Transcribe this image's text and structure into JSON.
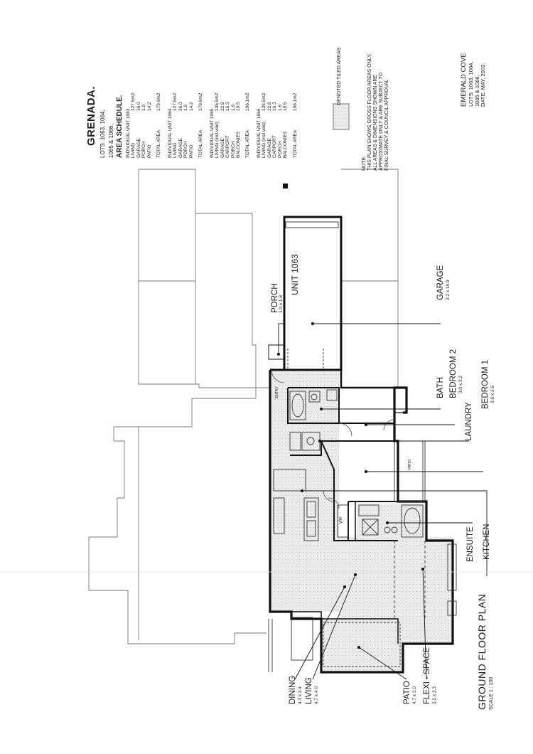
{
  "title_block": {
    "project": "GRENADA.",
    "lots_line1": "LOTS: 1063, 1064,",
    "lots_line2": "1065 & 1066.",
    "schedule_heading": "AREA SCHEDULE.",
    "units": [
      {
        "heading": "INDIVIDUAL UNIT 1063.",
        "rows": [
          [
            "LIVING",
            "127.5m2"
          ],
          [
            "GARAGE",
            "36.0"
          ],
          [
            "PORCH",
            "1.9"
          ],
          [
            "PATIO",
            "14.2"
          ]
        ],
        "total_label": "TOTAL AREA",
        "total": "179.6m2"
      },
      {
        "heading": "INDIVIDUAL UNIT 1064.",
        "rows": [
          [
            "LIVING",
            "127.5m2"
          ],
          [
            "GARAGE",
            "36.0"
          ],
          [
            "PORCH",
            "1.9"
          ],
          [
            "PATIO",
            "14.2"
          ]
        ],
        "total_label": "TOTAL AREA",
        "total": "179.6m2"
      },
      {
        "heading": "INDIVIDUAL UNIT 1065.",
        "rows": [
          [
            "LIVING (incl void)",
            "135.5m2"
          ],
          [
            "GARAGE",
            "22.8"
          ],
          [
            "CARPORT",
            "16.3"
          ],
          [
            "PORCH",
            "1.6"
          ],
          [
            "BALCONIES",
            "19.5"
          ]
        ],
        "total_label": "TOTAL AREA",
        "total": "196.1m2"
      },
      {
        "heading": "INDIVIDUAL UNIT 1066.",
        "rows": [
          [
            "LIVING (incl void)",
            "135.5m2"
          ],
          [
            "GARAGE",
            "22.8"
          ],
          [
            "CARPORT",
            "16.3"
          ],
          [
            "PORCH",
            "1.6"
          ],
          [
            "BALCONIES",
            "19.5"
          ]
        ],
        "total_label": "TOTAL AREA",
        "total": "196.1m2"
      }
    ],
    "legend_label": "DENOTED TILED AREAS",
    "note_heading": "NOTE:",
    "note_lines": [
      "THIS PLAN SHOWS GROSS FLOOR AREAS ONLY.",
      "ALL AREAS & DIMENSIONS SHOWN ARE",
      "APPROXIMATE ONLY & ARE SUBJECT TO",
      "FINAL SURVEY & COUNCIL APPROVAL"
    ],
    "estate": "EMERALD COVE",
    "estate_lots1": "LOTS: 1063, 1064,",
    "estate_lots2": "1065 & 1066.",
    "date": "DATE: MAY, 2003."
  },
  "plan_title": "GROUND FLOOR PLAN",
  "plan_scale": "SCALE 1 : 100",
  "unit_label": "UNIT 1063",
  "rooms": {
    "porch": {
      "name": "PORCH",
      "dim": "1.0 x 1.8"
    },
    "garage": {
      "name": "GARAGE",
      "dim": "3.2 x 10.0"
    },
    "bath": {
      "name": "BATH"
    },
    "bedroom2": {
      "name": "BEDROOM 2",
      "dim": "3.0 x 3.2"
    },
    "laundry": {
      "name": "LAUNDRY"
    },
    "bedroom1": {
      "name": "BEDROOM 1",
      "dim": "3.6 x 3.6"
    },
    "ensuite": {
      "name": "ENSUITE"
    },
    "kitchen": {
      "name": "KITCHEN"
    },
    "dining": {
      "name": "DINING",
      "dim": "4.3 x 3.4"
    },
    "living": {
      "name": "LIVING",
      "dim": "4.7 x 4.0"
    },
    "patio": {
      "name": "PATIO",
      "dim": "4.7 x 3.0"
    },
    "flexi": {
      "name": "FLEXI - SPACE",
      "dim": "3.2 x 3.3"
    }
  },
  "plan_small_labels": {
    "entry": "ENTRY",
    "wir": "WIR",
    "patio_inner": "PATIO"
  }
}
